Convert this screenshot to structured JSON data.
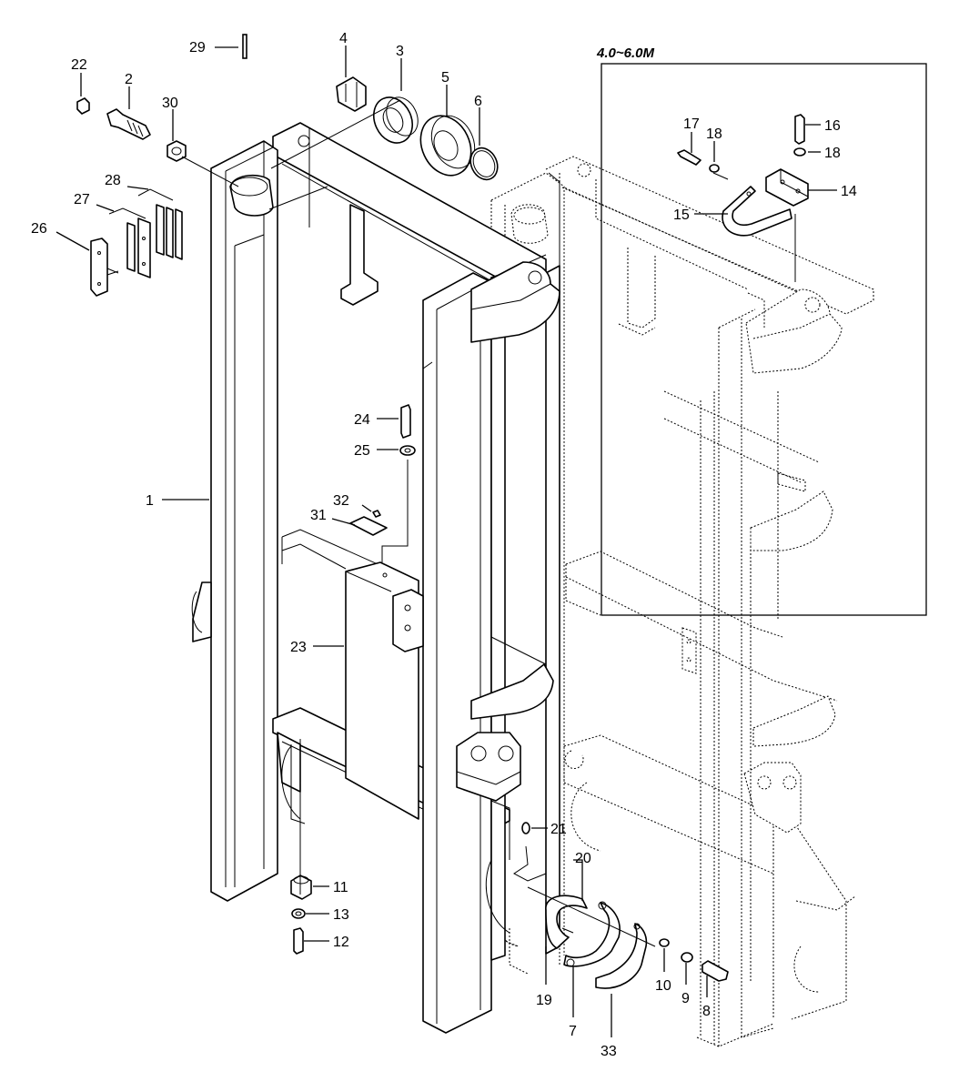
{
  "inset": {
    "title": "4.0~6.0M"
  },
  "callouts": [
    {
      "id": "c22",
      "label": "22"
    },
    {
      "id": "c2",
      "label": "2"
    },
    {
      "id": "c30",
      "label": "30"
    },
    {
      "id": "c29",
      "label": "29"
    },
    {
      "id": "c4",
      "label": "4"
    },
    {
      "id": "c3",
      "label": "3"
    },
    {
      "id": "c5",
      "label": "5"
    },
    {
      "id": "c6",
      "label": "6"
    },
    {
      "id": "c28",
      "label": "28"
    },
    {
      "id": "c27",
      "label": "27"
    },
    {
      "id": "c26",
      "label": "26"
    },
    {
      "id": "c17",
      "label": "17"
    },
    {
      "id": "c18a",
      "label": "18"
    },
    {
      "id": "c16",
      "label": "16"
    },
    {
      "id": "c18b",
      "label": "18"
    },
    {
      "id": "c14",
      "label": "14"
    },
    {
      "id": "c15",
      "label": "15"
    },
    {
      "id": "c24",
      "label": "24"
    },
    {
      "id": "c25",
      "label": "25"
    },
    {
      "id": "c1",
      "label": "1"
    },
    {
      "id": "c32",
      "label": "32"
    },
    {
      "id": "c31",
      "label": "31"
    },
    {
      "id": "c23",
      "label": "23"
    },
    {
      "id": "c21",
      "label": "21"
    },
    {
      "id": "c20",
      "label": "20"
    },
    {
      "id": "c11",
      "label": "11"
    },
    {
      "id": "c13",
      "label": "13"
    },
    {
      "id": "c12",
      "label": "12"
    },
    {
      "id": "c19",
      "label": "19"
    },
    {
      "id": "c7",
      "label": "7"
    },
    {
      "id": "c33",
      "label": "33"
    },
    {
      "id": "c10",
      "label": "10"
    },
    {
      "id": "c9",
      "label": "9"
    },
    {
      "id": "c8",
      "label": "8"
    }
  ]
}
